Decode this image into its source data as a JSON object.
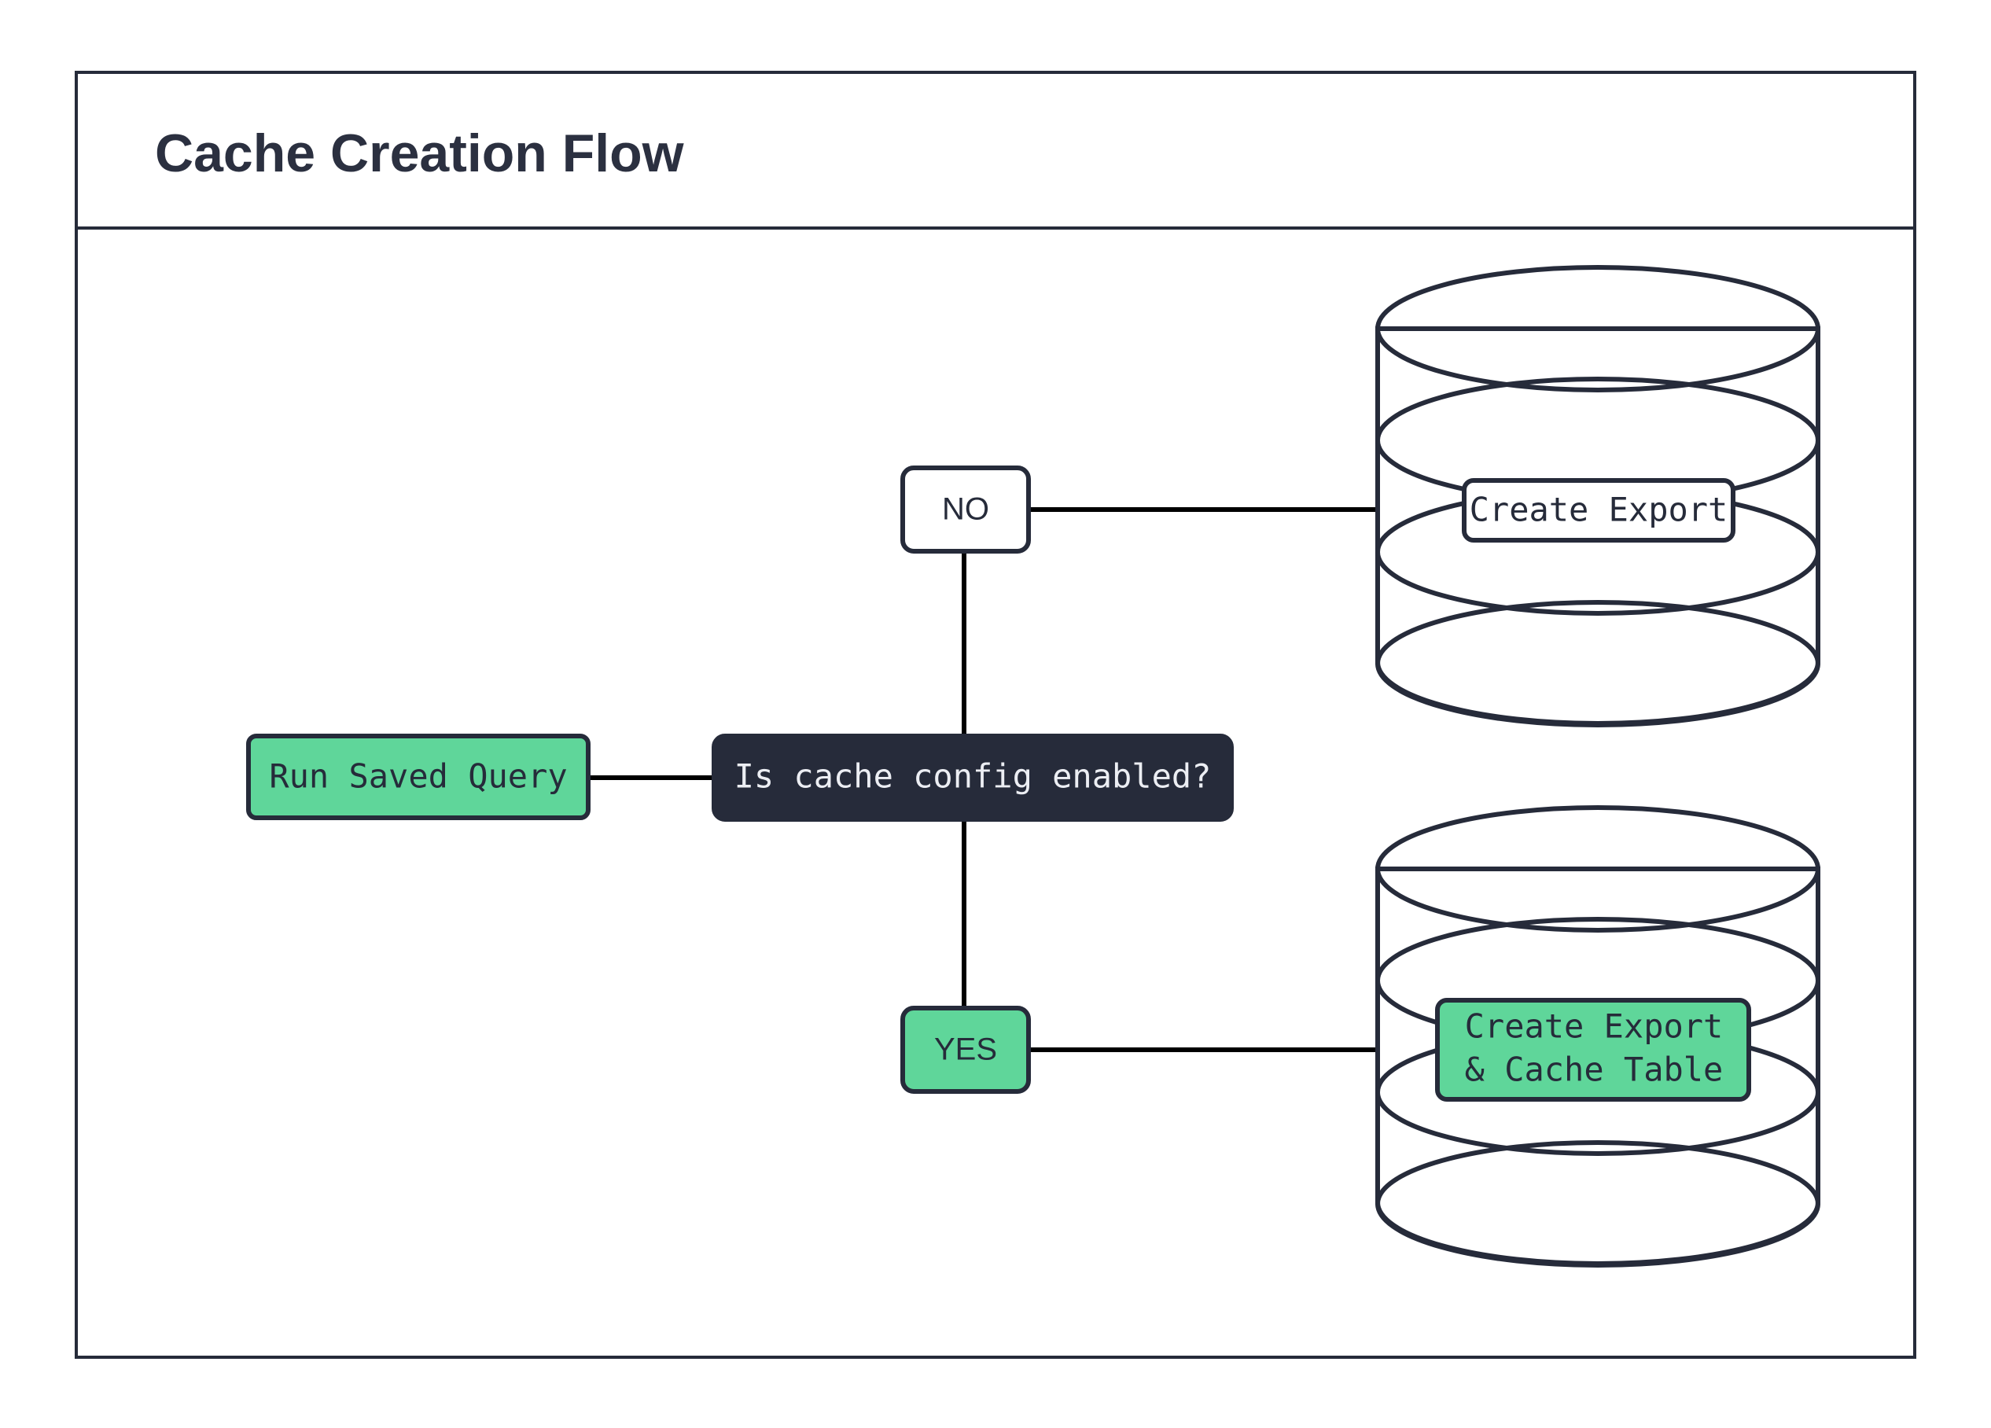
{
  "diagram": {
    "title": "Cache Creation Flow",
    "type": "flowchart",
    "colors": {
      "accent_green": "#5fd69a",
      "dark_navy": "#262b3a",
      "title_color": "#2b3040",
      "canvas": "#ffffff",
      "connector": "#000000"
    },
    "nodes": {
      "start": {
        "label": "Run Saved Query",
        "shape": "rounded-rect",
        "fill": "green"
      },
      "decision": {
        "label": "Is cache config enabled?",
        "shape": "rounded-rect",
        "fill": "dark"
      },
      "branch_no": {
        "label": "NO",
        "shape": "rounded-rect",
        "fill": "white"
      },
      "branch_yes": {
        "label": "YES",
        "shape": "rounded-rect",
        "fill": "green"
      },
      "db_export": {
        "label": "Create Export",
        "shape": "stacked-cylinder",
        "fill": "white",
        "label_fill": "white"
      },
      "db_export_cache": {
        "label_line1": "Create Export",
        "label_line2": "& Cache Table",
        "shape": "stacked-cylinder",
        "fill": "white",
        "label_fill": "green"
      }
    },
    "edges": [
      {
        "from": "start",
        "to": "decision",
        "label": ""
      },
      {
        "from": "decision",
        "to": "branch_no",
        "label": ""
      },
      {
        "from": "branch_no",
        "to": "db_export",
        "label": ""
      },
      {
        "from": "decision",
        "to": "branch_yes",
        "label": ""
      },
      {
        "from": "branch_yes",
        "to": "db_export_cache",
        "label": ""
      }
    ]
  }
}
